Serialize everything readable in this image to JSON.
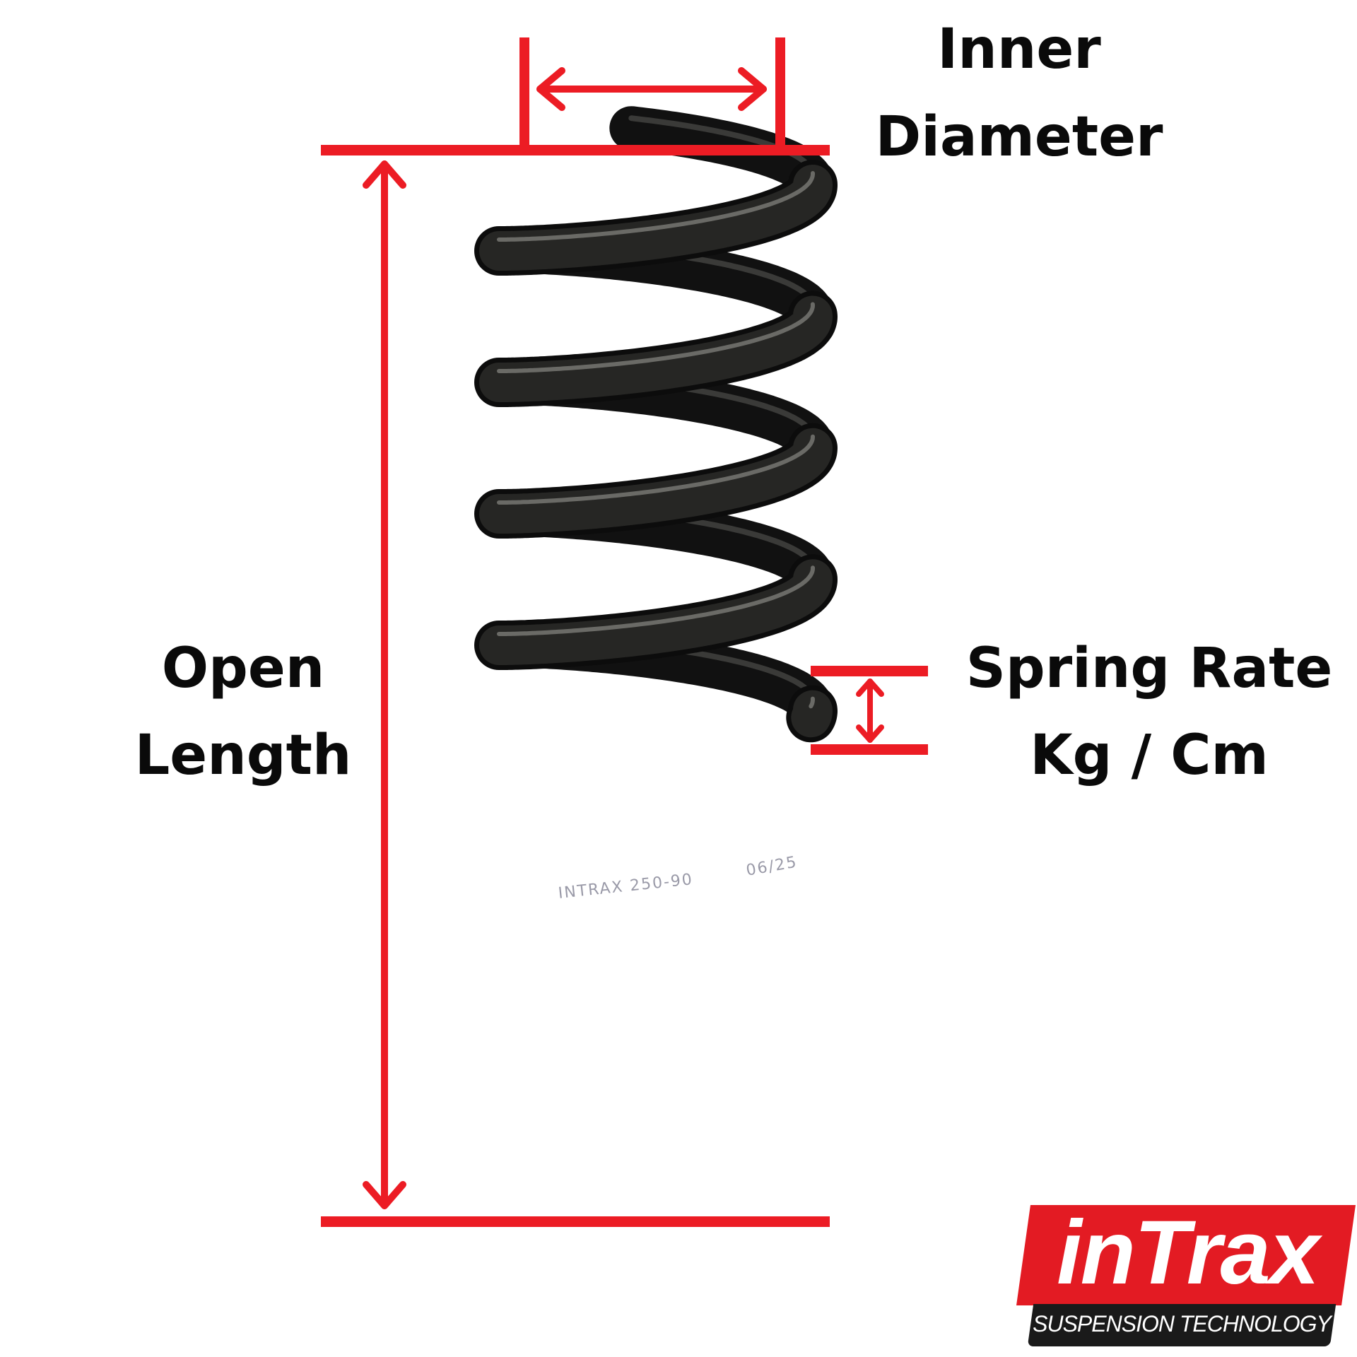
{
  "labels": {
    "inner_line1": "Inner",
    "inner_line2": "Diameter",
    "open_line1": "Open",
    "open_line2": "Length",
    "rate_line1": "Spring Rate",
    "rate_line2": "Kg / Cm"
  },
  "spring_stamp": {
    "model": "INTRAX 250-90",
    "date": "06/25"
  },
  "logo": {
    "brand": "inTrax",
    "tagline": "SUSPENSION TECHNOLOGY"
  },
  "colors": {
    "accent": "#ec1c24",
    "spring": "#1c1c1c",
    "logo_red": "#e31b23",
    "logo_black": "#1a1a1a"
  }
}
